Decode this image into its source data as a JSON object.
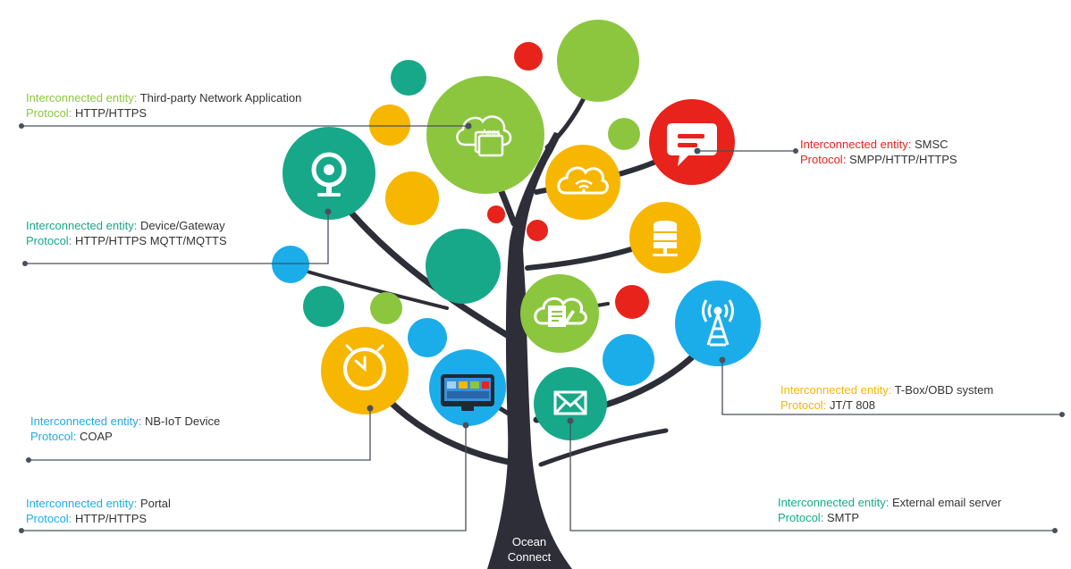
{
  "colors": {
    "green": "#8CC63F",
    "teal": "#17A88A",
    "orange": "#F7B600",
    "red": "#E8231B",
    "blue": "#1AADEA",
    "trunk": "#2E2E38",
    "line": "#4A4F5C",
    "text": "#333333"
  },
  "trunk_label": {
    "line1": "Ocean",
    "line2": "Connect"
  },
  "entities": [
    {
      "id": "third-party",
      "key_entity": "Interconnected entity:",
      "entity": "Third-party Network Application",
      "key_protocol": "Protocol:",
      "protocol": "HTTP/HTTPS",
      "color": "#8CC63F",
      "icon": "apps-cloud-icon"
    },
    {
      "id": "smsc",
      "key_entity": "Interconnected entity:",
      "entity": "SMSC",
      "key_protocol": "Protocol:",
      "protocol": "SMPP/HTTP/HTTPS",
      "color": "#E8231B",
      "icon": "message-bubble-icon"
    },
    {
      "id": "device-gateway",
      "key_entity": "Interconnected entity:",
      "entity": "Device/Gateway",
      "key_protocol": "Protocol:",
      "protocol": "HTTP/HTTPS MQTT/MQTTS",
      "color": "#17A88A",
      "icon": "webcam-icon"
    },
    {
      "id": "nb-iot",
      "key_entity": "Interconnected entity:",
      "entity": "NB-IoT Device",
      "key_protocol": "Protocol:",
      "protocol": "COAP",
      "color": "#1AADEA",
      "icon": "clock-icon"
    },
    {
      "id": "portal",
      "key_entity": "Interconnected entity:",
      "entity": "Portal",
      "key_protocol": "Protocol:",
      "protocol": "HTTP/HTTPS",
      "color": "#1AADEA",
      "icon": "tablet-screen-icon"
    },
    {
      "id": "tbox",
      "key_entity": "Interconnected entity:",
      "entity": "T-Box/OBD system",
      "key_protocol": "Protocol:",
      "protocol": "JT/T 808",
      "color": "#F7B600",
      "icon": "signal-tower-icon"
    },
    {
      "id": "email",
      "key_entity": "Interconnected entity:",
      "entity": "External email server",
      "key_protocol": "Protocol:",
      "protocol": "SMTP",
      "color": "#17A88A",
      "icon": "envelope-icon"
    }
  ],
  "inner_icons": [
    "wifi-cloud-icon",
    "database-server-icon",
    "cloud-document-icon"
  ]
}
